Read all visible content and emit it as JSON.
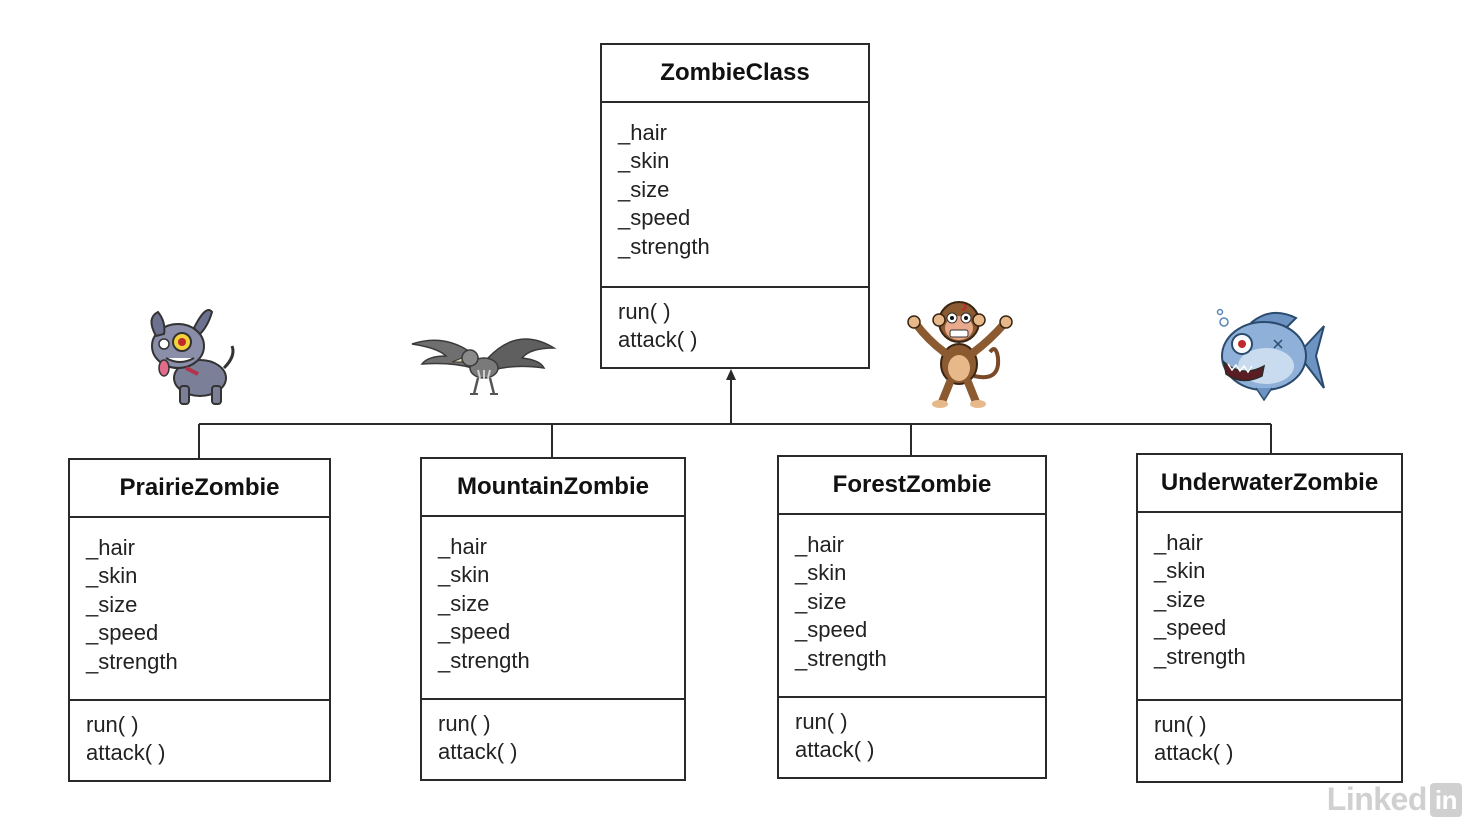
{
  "parent": {
    "name": "ZombieClass",
    "attributes": [
      "_hair",
      "_skin",
      "_size",
      "_speed",
      "_strength"
    ],
    "operations": [
      "run( )",
      "attack( )"
    ]
  },
  "children": [
    {
      "name": "PrairieZombie",
      "attributes": [
        "_hair",
        "_skin",
        "_size",
        "_speed",
        "_strength"
      ],
      "operations": [
        "run( )",
        "attack( )"
      ],
      "icon": "zombie-dog-icon"
    },
    {
      "name": "MountainZombie",
      "attributes": [
        "_hair",
        "_skin",
        "_size",
        "_speed",
        "_strength"
      ],
      "operations": [
        "run( )",
        "attack( )"
      ],
      "icon": "zombie-bird-icon"
    },
    {
      "name": "ForestZombie",
      "attributes": [
        "_hair",
        "_skin",
        "_size",
        "_speed",
        "_strength"
      ],
      "operations": [
        "run( )",
        "attack( )"
      ],
      "icon": "zombie-monkey-icon"
    },
    {
      "name": "UnderwaterZombie",
      "attributes": [
        "_hair",
        "_skin",
        "_size",
        "_speed",
        "_strength"
      ],
      "operations": [
        "run( )",
        "attack( )"
      ],
      "icon": "zombie-fish-icon"
    }
  ],
  "watermark": {
    "text": "Linked",
    "badge": "in"
  },
  "colors": {
    "line": "#2a2a2a",
    "watermark": "#d0d0d0"
  }
}
